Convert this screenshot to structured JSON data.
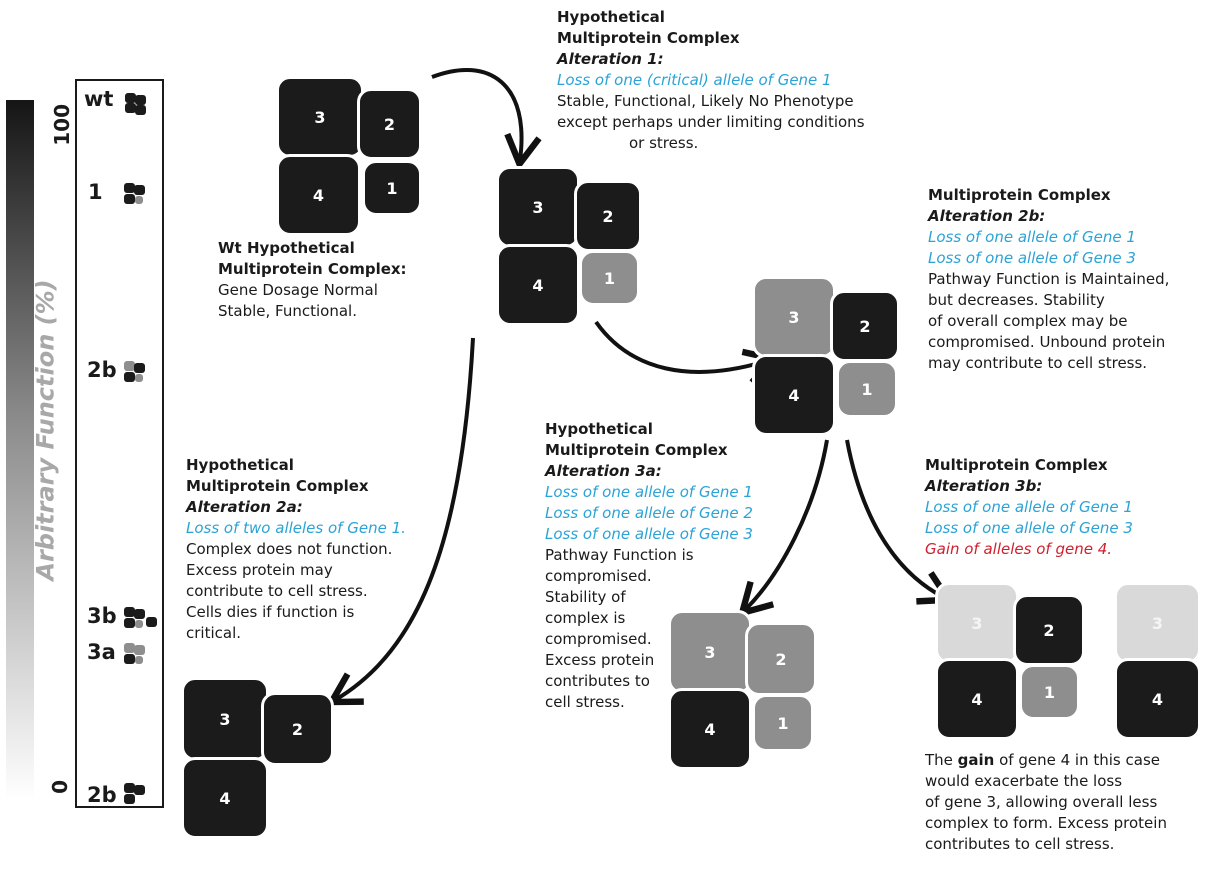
{
  "scale": {
    "max_label": "100",
    "min_label": "0",
    "axis_title": "Arbitrary Function (%)",
    "levels": [
      {
        "label": "wt"
      },
      {
        "label": "1"
      },
      {
        "label": "2b"
      },
      {
        "label": "3b"
      },
      {
        "label": "3a"
      },
      {
        "label": "2b"
      }
    ]
  },
  "wt": {
    "lines": [
      "Wt Hypothetical",
      "Multiprotein Complex:",
      "Gene Dosage Normal",
      "Stable, Functional."
    ],
    "blocks": {
      "b3": "3",
      "b2": "2",
      "b4": "4",
      "b1": "1"
    }
  },
  "alt1": {
    "lines": [
      "Hypothetical",
      "Multiprotein Complex",
      "Alteration 1:",
      "Loss of one (critical) allele of Gene 1",
      "Stable, Functional, Likely No Phenotype",
      "except perhaps under limiting conditions",
      "or stress."
    ],
    "blocks": {
      "b3": "3",
      "b2": "2",
      "b4": "4",
      "b1": "1"
    }
  },
  "alt2b": {
    "lines": [
      "Multiprotein Complex",
      "Alteration 2b:",
      "Loss of one allele of Gene 1",
      "Loss of one allele of Gene 3",
      "Pathway Function is Maintained,",
      "but decreases. Stability",
      "of overall complex may be",
      "compromised. Unbound protein",
      "may contribute to cell stress."
    ],
    "blocks": {
      "b3": "3",
      "b2": "2",
      "b4": "4",
      "b1": "1"
    }
  },
  "alt2a": {
    "lines": [
      "Hypothetical",
      "Multiprotein Complex",
      "Alteration 2a:",
      "Loss of two alleles of Gene 1.",
      "Complex does not function.",
      "Excess protein may",
      "contribute to cell stress.",
      "Cells dies if function is",
      "critical."
    ],
    "blocks": {
      "b3": "3",
      "b2": "2",
      "b4": "4"
    }
  },
  "alt3a": {
    "lines": [
      "Hypothetical",
      "Multiprotein Complex",
      "Alteration 3a:",
      "Loss of one allele of Gene 1",
      "Loss of one allele of Gene 2",
      "Loss of one allele of Gene 3",
      "Pathway Function is",
      "compromised.",
      "Stability of",
      "complex is",
      "compromised.",
      "Excess protein",
      "contributes to",
      "cell stress."
    ],
    "blocks": {
      "b3": "3",
      "b2": "2",
      "b4": "4",
      "b1": "1"
    }
  },
  "alt3b": {
    "lines": [
      "Multiprotein Complex",
      "Alteration 3b:",
      "Loss of one allele of Gene 1",
      "Loss of one allele of Gene 3",
      "Gain of  alleles of gene 4."
    ],
    "blocks": {
      "b3": "3",
      "b2": "2",
      "b4": "4",
      "b1": "1",
      "b3x": "3",
      "b4x": "4"
    },
    "note_pre": "The ",
    "note_bold": "gain",
    "note_rest": " of gene 4 in this case",
    "note_lines": [
      "would exacerbate the loss",
      "of gene 3, allowing overall less",
      "complex to form. Excess protein",
      "contributes to cell stress."
    ]
  },
  "colors": {
    "text": "#1a1a1a",
    "loss": "#2ba3d6",
    "gain": "#d0202f",
    "dark": "#1b1b1b",
    "mid": "#8e8e8e",
    "light": "#d9d9d9"
  }
}
